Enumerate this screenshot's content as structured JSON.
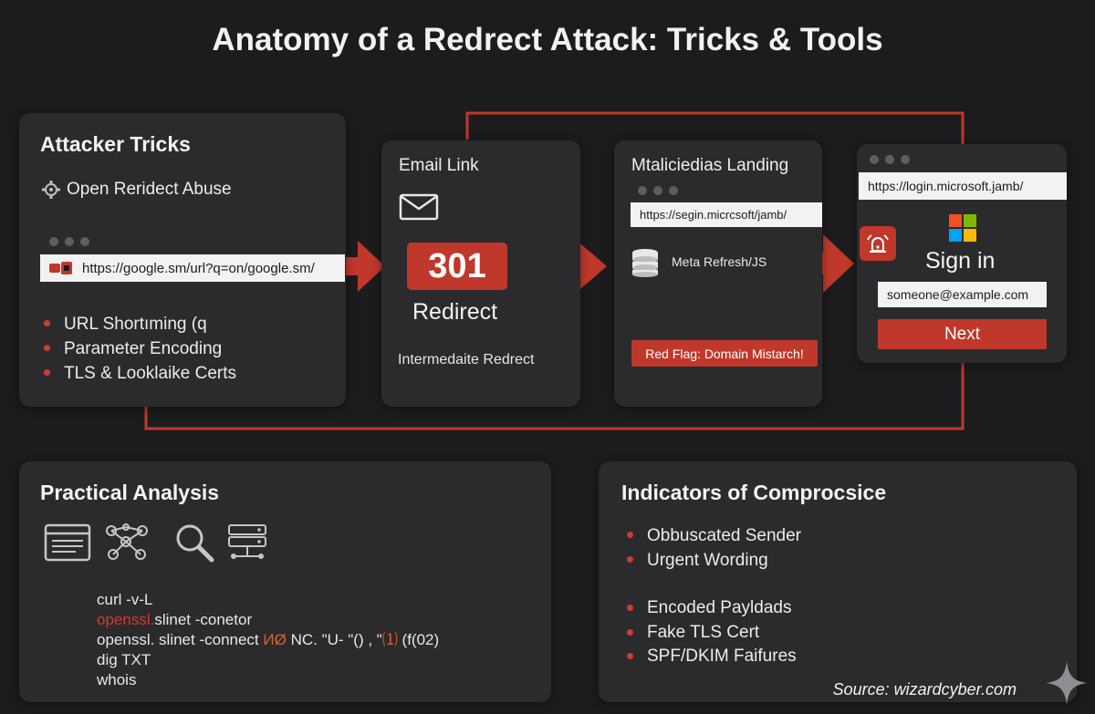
{
  "title": "Anatomy of a Redrect Attack: Tricks & Tools",
  "attacker": {
    "heading": "Attacker Tricks",
    "subheading": "Open Reridect Abuse",
    "url": "https://google.sm/url?q=οn/google.sm/",
    "bullets": [
      "URL Shortıming (q",
      "Parameter Encoding",
      "TLS & Looklaike Certs"
    ]
  },
  "email": {
    "heading": "Email Link",
    "code": "301",
    "code_label": "Redirect",
    "caption": "Intermedaite Redrect"
  },
  "landing": {
    "heading": "Mtaliciedias Landing",
    "url": "https://segin.micrcsoft/jamb/",
    "step": "Meta Refresh/JS",
    "flag": "Red Flag: Domain Mistarch!"
  },
  "signin": {
    "url": "https://login.microsoft.jamb/",
    "heading": "Sign in",
    "email_value": "someone@example.com",
    "next_label": "Next"
  },
  "analysis": {
    "heading": "Practical Analysis",
    "icons": [
      "browser-window-icon",
      "network-graph-icon",
      "magnifier-icon",
      "server-rack-icon"
    ],
    "line1": "curl -v-L",
    "line2a": "openssl.",
    "line2b": "slinet -conetor",
    "line3a": "openssl. slinet -connect ",
    "line3b": "ИØ",
    "line3c": " NC. \"U- \"() , \"",
    "line3d": "⑴",
    "line3e": " (f(02)",
    "line4": "dig TXT",
    "line5": "whois"
  },
  "indicators": {
    "heading": "Indicators of Comprocsice",
    "group1": [
      "Obbuscated Sender",
      "Urgent Wording"
    ],
    "group2": [
      "Encoded Payldads",
      "Fake TLS Cert",
      "SPF/DKIM Faifures"
    ]
  },
  "source": "Source: wizardcyber.com",
  "colors": {
    "background": "#1c1c1e",
    "card": "#2b2b2d",
    "accent_red": "#c0382b",
    "text": "#eeeeee",
    "url_bar": "#f2f2f2"
  }
}
